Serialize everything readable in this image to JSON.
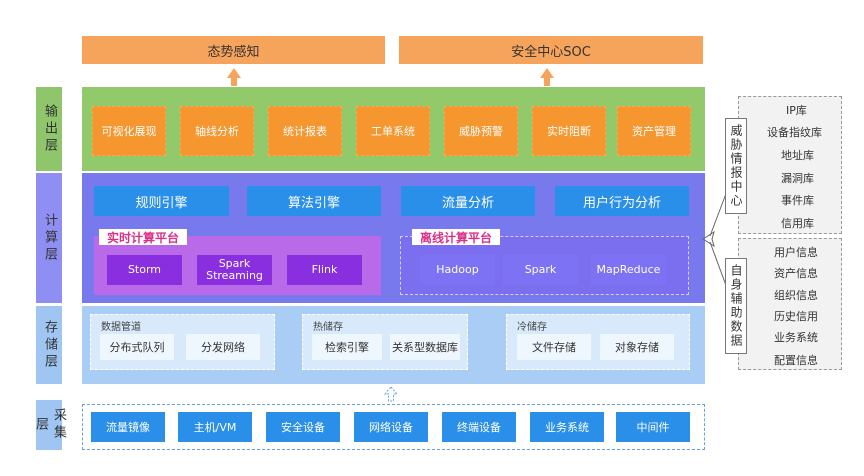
{
  "top": {
    "left": "态势感知",
    "right": "安全中心SOC"
  },
  "layers": {
    "output": "输出层",
    "compute": "计算层",
    "storage": "存储层",
    "collect": "采集层"
  },
  "output_items": [
    "可视化展现",
    "轴线分析",
    "统计报表",
    "工单系统",
    "威胁预警",
    "实时阻断",
    "资产管理"
  ],
  "engines": [
    "规则引擎",
    "算法引擎",
    "流量分析",
    "用户行为分析"
  ],
  "realtime": {
    "title": "实时计算平台",
    "items": [
      "Storm",
      "Spark\nStreaming",
      "Flink"
    ]
  },
  "offline": {
    "title": "离线计算平台",
    "items": [
      "Hadoop",
      "Spark",
      "MapReduce"
    ]
  },
  "storage": {
    "data_pipe": {
      "title": "数据管道",
      "items": [
        "分布式队列",
        "分发网络"
      ]
    },
    "hot": {
      "title": "热储存",
      "items": [
        "检索引擎",
        "关系型数据库"
      ]
    },
    "cold": {
      "title": "冷储存",
      "items": [
        "文件存储",
        "对象存储"
      ]
    }
  },
  "collect_items": [
    "流量镜像",
    "主机/VM",
    "安全设备",
    "网络设备",
    "终端设备",
    "业务系统",
    "中间件"
  ],
  "threat_intel": {
    "label": "威胁情报中心",
    "items": [
      "IP库",
      "设备指纹库",
      "地址库",
      "漏洞库",
      "事件库",
      "信用库"
    ]
  },
  "self_aux": {
    "label": "自身辅助数据",
    "items": [
      "用户信息",
      "资产信息",
      "组织信息",
      "历史信用",
      "业务系统",
      "配置信息"
    ]
  }
}
